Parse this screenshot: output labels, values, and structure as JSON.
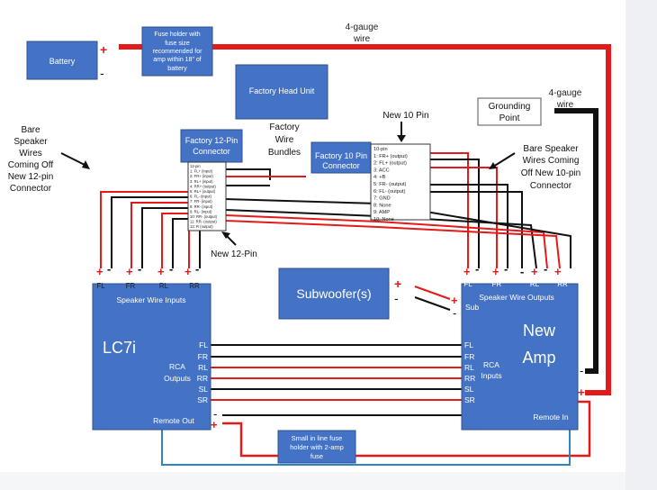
{
  "labels": {
    "battery": "Battery",
    "fuse_holder": [
      "Fuse holder with",
      "fuse size",
      "recommended for",
      "amp within 18\" of",
      "battery"
    ],
    "gauge_top": [
      "4-gauge",
      "wire"
    ],
    "gauge_right": [
      "4-gauge",
      "wire"
    ],
    "grounding": [
      "Grounding",
      "Point"
    ],
    "factory_head": "Factory Head Unit",
    "factory_bundles": [
      "Factory",
      "Wire",
      "Bundles"
    ],
    "factory_12pin": [
      "Factory 12-Pin",
      "Connector"
    ],
    "factory_10pin": [
      "Factory 10 Pin",
      "Connector"
    ],
    "new_10pin": "New 10 Pin",
    "new_12pin": "New 12-Pin",
    "bare_left": [
      "Bare",
      "Speaker",
      "Wires",
      "Coming Off",
      "New 12-pin",
      "Connector"
    ],
    "bare_right": [
      "Bare Speaker",
      "Wires Coming",
      "Off New 10-pin",
      "Connector"
    ],
    "subwoofer": "Subwoofer(s)",
    "lc7i": {
      "title": "LC7i",
      "speaker_inputs": "Speaker Wire Inputs",
      "remote_out": "Remote Out",
      "rca_outputs": [
        "RCA",
        "Outputs"
      ],
      "channels": [
        "FL",
        "FR",
        "RL",
        "RR",
        "SL",
        "SR"
      ]
    },
    "amp": {
      "title": [
        "New",
        "Amp"
      ],
      "speaker_outputs": "Speaker Wire Outputs",
      "sub": "Sub",
      "rca_inputs": [
        "RCA",
        "Inputs"
      ],
      "remote_in": "Remote In",
      "channels": [
        "FL",
        "FR",
        "RL",
        "RR",
        "SL",
        "SR"
      ]
    },
    "small_fuse": [
      "Small in line fuse",
      "holder with 2-amp",
      "fuse"
    ],
    "lc7i_terminals": [
      "FL",
      "FR",
      "RL",
      "RR"
    ],
    "amp_terminals": [
      "FL",
      "FR",
      "RL",
      "RR"
    ]
  },
  "pinout_12": [
    "12-pin",
    "1: FL+ (input)",
    "2: FR+ (input)",
    "3: RL+ (input)",
    "4: RR+ (output)",
    "5: RL+ (output)",
    "6: FL- (input)",
    "7: FR- (input)",
    "8: RR- (input)",
    "9: RL- (input)",
    "10: RR- (output)",
    "11: RR- (output)",
    "12: R (output)"
  ],
  "pinout_10": [
    "10-pin",
    "1: FR+ (output)",
    "2: FL+ (output)",
    "3: ACC",
    "4: +B",
    "5: FR- (output)",
    "6: FL- (output)",
    "7: GND",
    "8: None",
    "9: AMP",
    "10: None"
  ],
  "colors": {
    "box": "#4472c4",
    "red": "#e41a1a",
    "black": "#111111",
    "blue": "#2e86c1"
  }
}
